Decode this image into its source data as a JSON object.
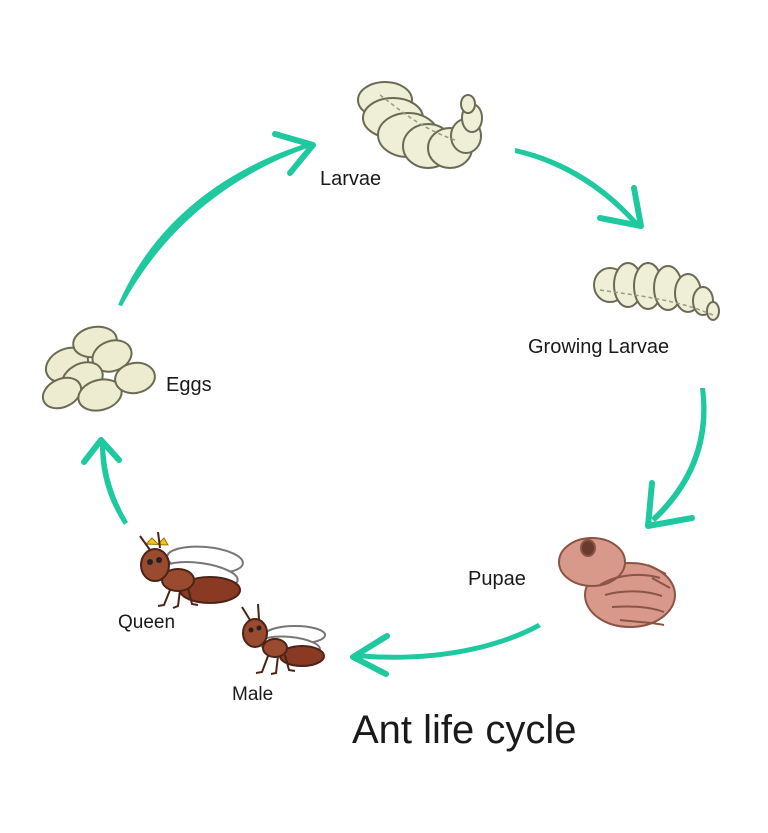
{
  "diagram": {
    "title": "Ant life cycle",
    "stages": {
      "larvae": "Larvae",
      "growing_larvae": "Growing Larvae",
      "pupae": "Pupae",
      "eggs": "Eggs",
      "queen": "Queen",
      "male": "Male"
    },
    "icons": [
      "larva-icon",
      "growing-larva-icon",
      "pupa-icon",
      "eggs-icon",
      "queen-ant-icon",
      "male-ant-icon"
    ],
    "colors": {
      "arrow": "#1ec9a0",
      "egg_fill": "#eeecd0",
      "larva_fill": "#efeed6",
      "pupa_fill": "#d9998a",
      "ant_body": "#9a4a2e",
      "outline": "#6b6b55"
    }
  }
}
